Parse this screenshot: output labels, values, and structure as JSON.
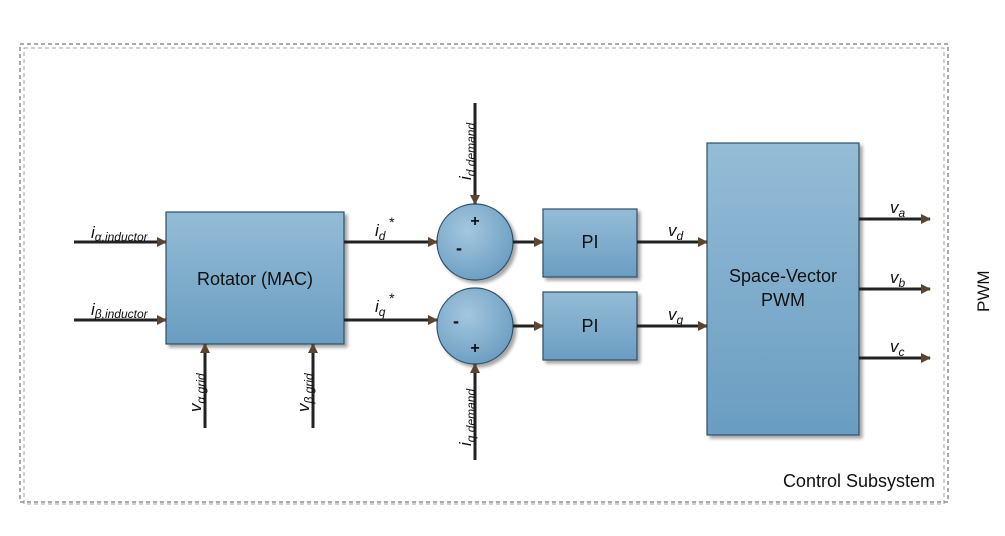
{
  "colors": {
    "block_fill_top": "#94bcd6",
    "block_fill_bottom": "#6a9dc1",
    "block_stroke": "#2f4f66",
    "line": "#222222",
    "arrow_head": "#5a4432",
    "frame": "#555555"
  },
  "blocks": {
    "rotator": "Rotator (MAC)",
    "pi_d": "PI",
    "pi_q": "PI",
    "svpwm_line1": "Space-Vector",
    "svpwm_line2": "PWM"
  },
  "summers": {
    "d": {
      "top": "+",
      "left": "-"
    },
    "q": {
      "left": "-",
      "bottom": "+"
    }
  },
  "signals": {
    "i_alpha_inductor": {
      "base": "i",
      "sub": "α,inductor"
    },
    "i_beta_inductor": {
      "base": "i",
      "sub": "β,inductor"
    },
    "v_alpha_grid": {
      "base": "v",
      "sub": "α,grid"
    },
    "v_beta_grid": {
      "base": "v",
      "sub": "β,grid"
    },
    "i_d_star": {
      "base": "i",
      "sub": "d",
      "sup": "*"
    },
    "i_q_star": {
      "base": "i",
      "sub": "q",
      "sup": "*"
    },
    "i_d_demand": {
      "base": "i",
      "sub": "d,demand"
    },
    "i_q_demand": {
      "base": "i",
      "sub": "q,demand"
    },
    "v_d": {
      "base": "v",
      "sub": "d"
    },
    "v_q": {
      "base": "v",
      "sub": "q"
    },
    "v_a": {
      "base": "v",
      "sub": "a"
    },
    "v_b": {
      "base": "v",
      "sub": "b"
    },
    "v_c": {
      "base": "v",
      "sub": "c"
    }
  },
  "frame_label": "Control Subsystem",
  "side_label": "PWM"
}
